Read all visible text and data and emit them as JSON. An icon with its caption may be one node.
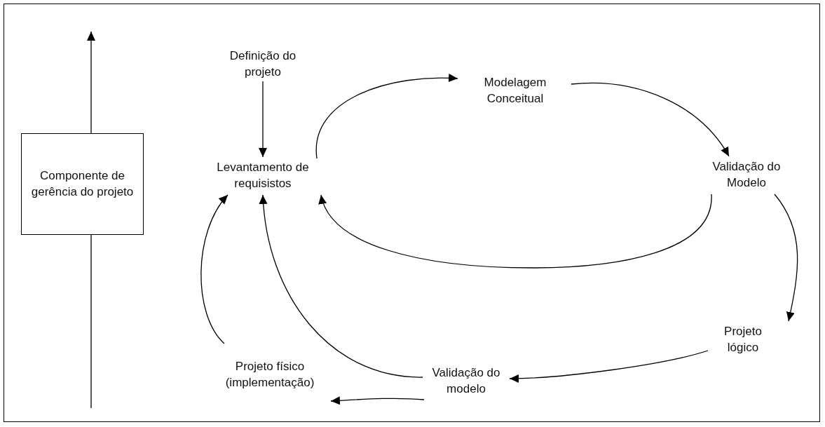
{
  "diagram": {
    "nodes": [
      {
        "text": [
          "Componente de gerência do projeto"
        ]
      },
      {
        "text": [
          "Definição do projeto"
        ]
      },
      {
        "text": [
          "Levantamento de requisistos"
        ]
      },
      {
        "text": [
          "Modelagem Conceitual"
        ]
      },
      {
        "text": [
          "Validação do Modelo"
        ]
      },
      {
        "text": [
          "Projeto lógico"
        ]
      },
      {
        "text": [
          "Validação do modelo"
        ]
      },
      {
        "text": [
          "Projeto físico (implementação)"
        ]
      }
    ],
    "edges": [
      {
        "from": null,
        "to": 0,
        "arrow": "none"
      },
      {
        "from": 0,
        "to": null,
        "arrow": "to"
      },
      {
        "from": 1,
        "to": 2,
        "arrow": "to"
      },
      {
        "from": 2,
        "to": 3,
        "arrow": "to"
      },
      {
        "from": 3,
        "to": 4,
        "arrow": "to"
      },
      {
        "from": 4,
        "to": 2,
        "arrow": "to"
      },
      {
        "from": 4,
        "to": 5,
        "arrow": "to"
      },
      {
        "from": 5,
        "to": 6,
        "arrow": "to"
      },
      {
        "from": 6,
        "to": 7,
        "arrow": "to"
      },
      {
        "from": 6,
        "to": 2,
        "arrow": "to"
      },
      {
        "from": 7,
        "to": 2,
        "arrow": "to"
      }
    ]
  }
}
